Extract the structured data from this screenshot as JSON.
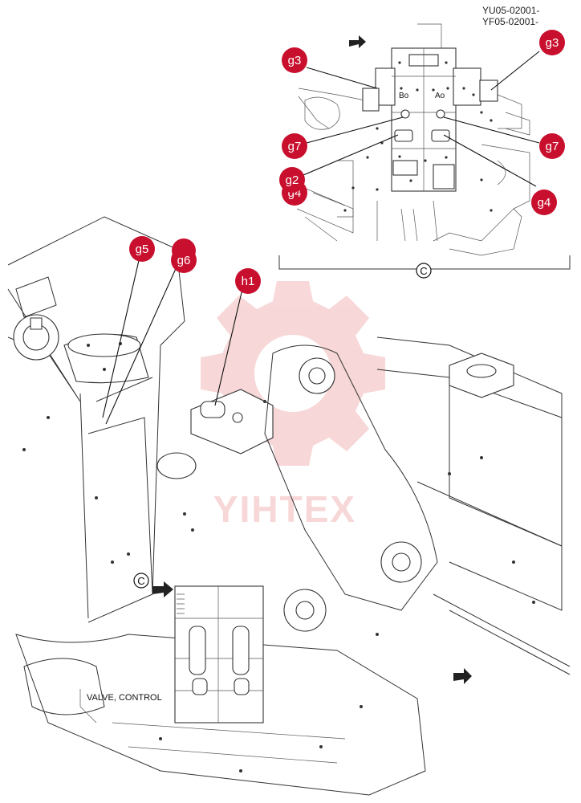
{
  "header": {
    "code_1": "YU05-02001-",
    "code_2": "YF05-02001-"
  },
  "detail": {
    "label": "C",
    "port_b": "Bo",
    "port_a": "Ao"
  },
  "callouts": {
    "g3_left": "g3",
    "g3_right": "g3",
    "g7_left": "g7",
    "g7_right": "g7",
    "g2": "g2",
    "g4_left": "g4",
    "g4_right": "g4",
    "g5": "g5",
    "g6": "g6",
    "h1": "h1"
  },
  "main": {
    "view_marker": "C",
    "part_label": "VALVE, CONTROL"
  },
  "watermark": "YIHTEX",
  "colors": {
    "badge": "#c8102e",
    "watermark": "#f2b8b8",
    "line": "#333333"
  }
}
